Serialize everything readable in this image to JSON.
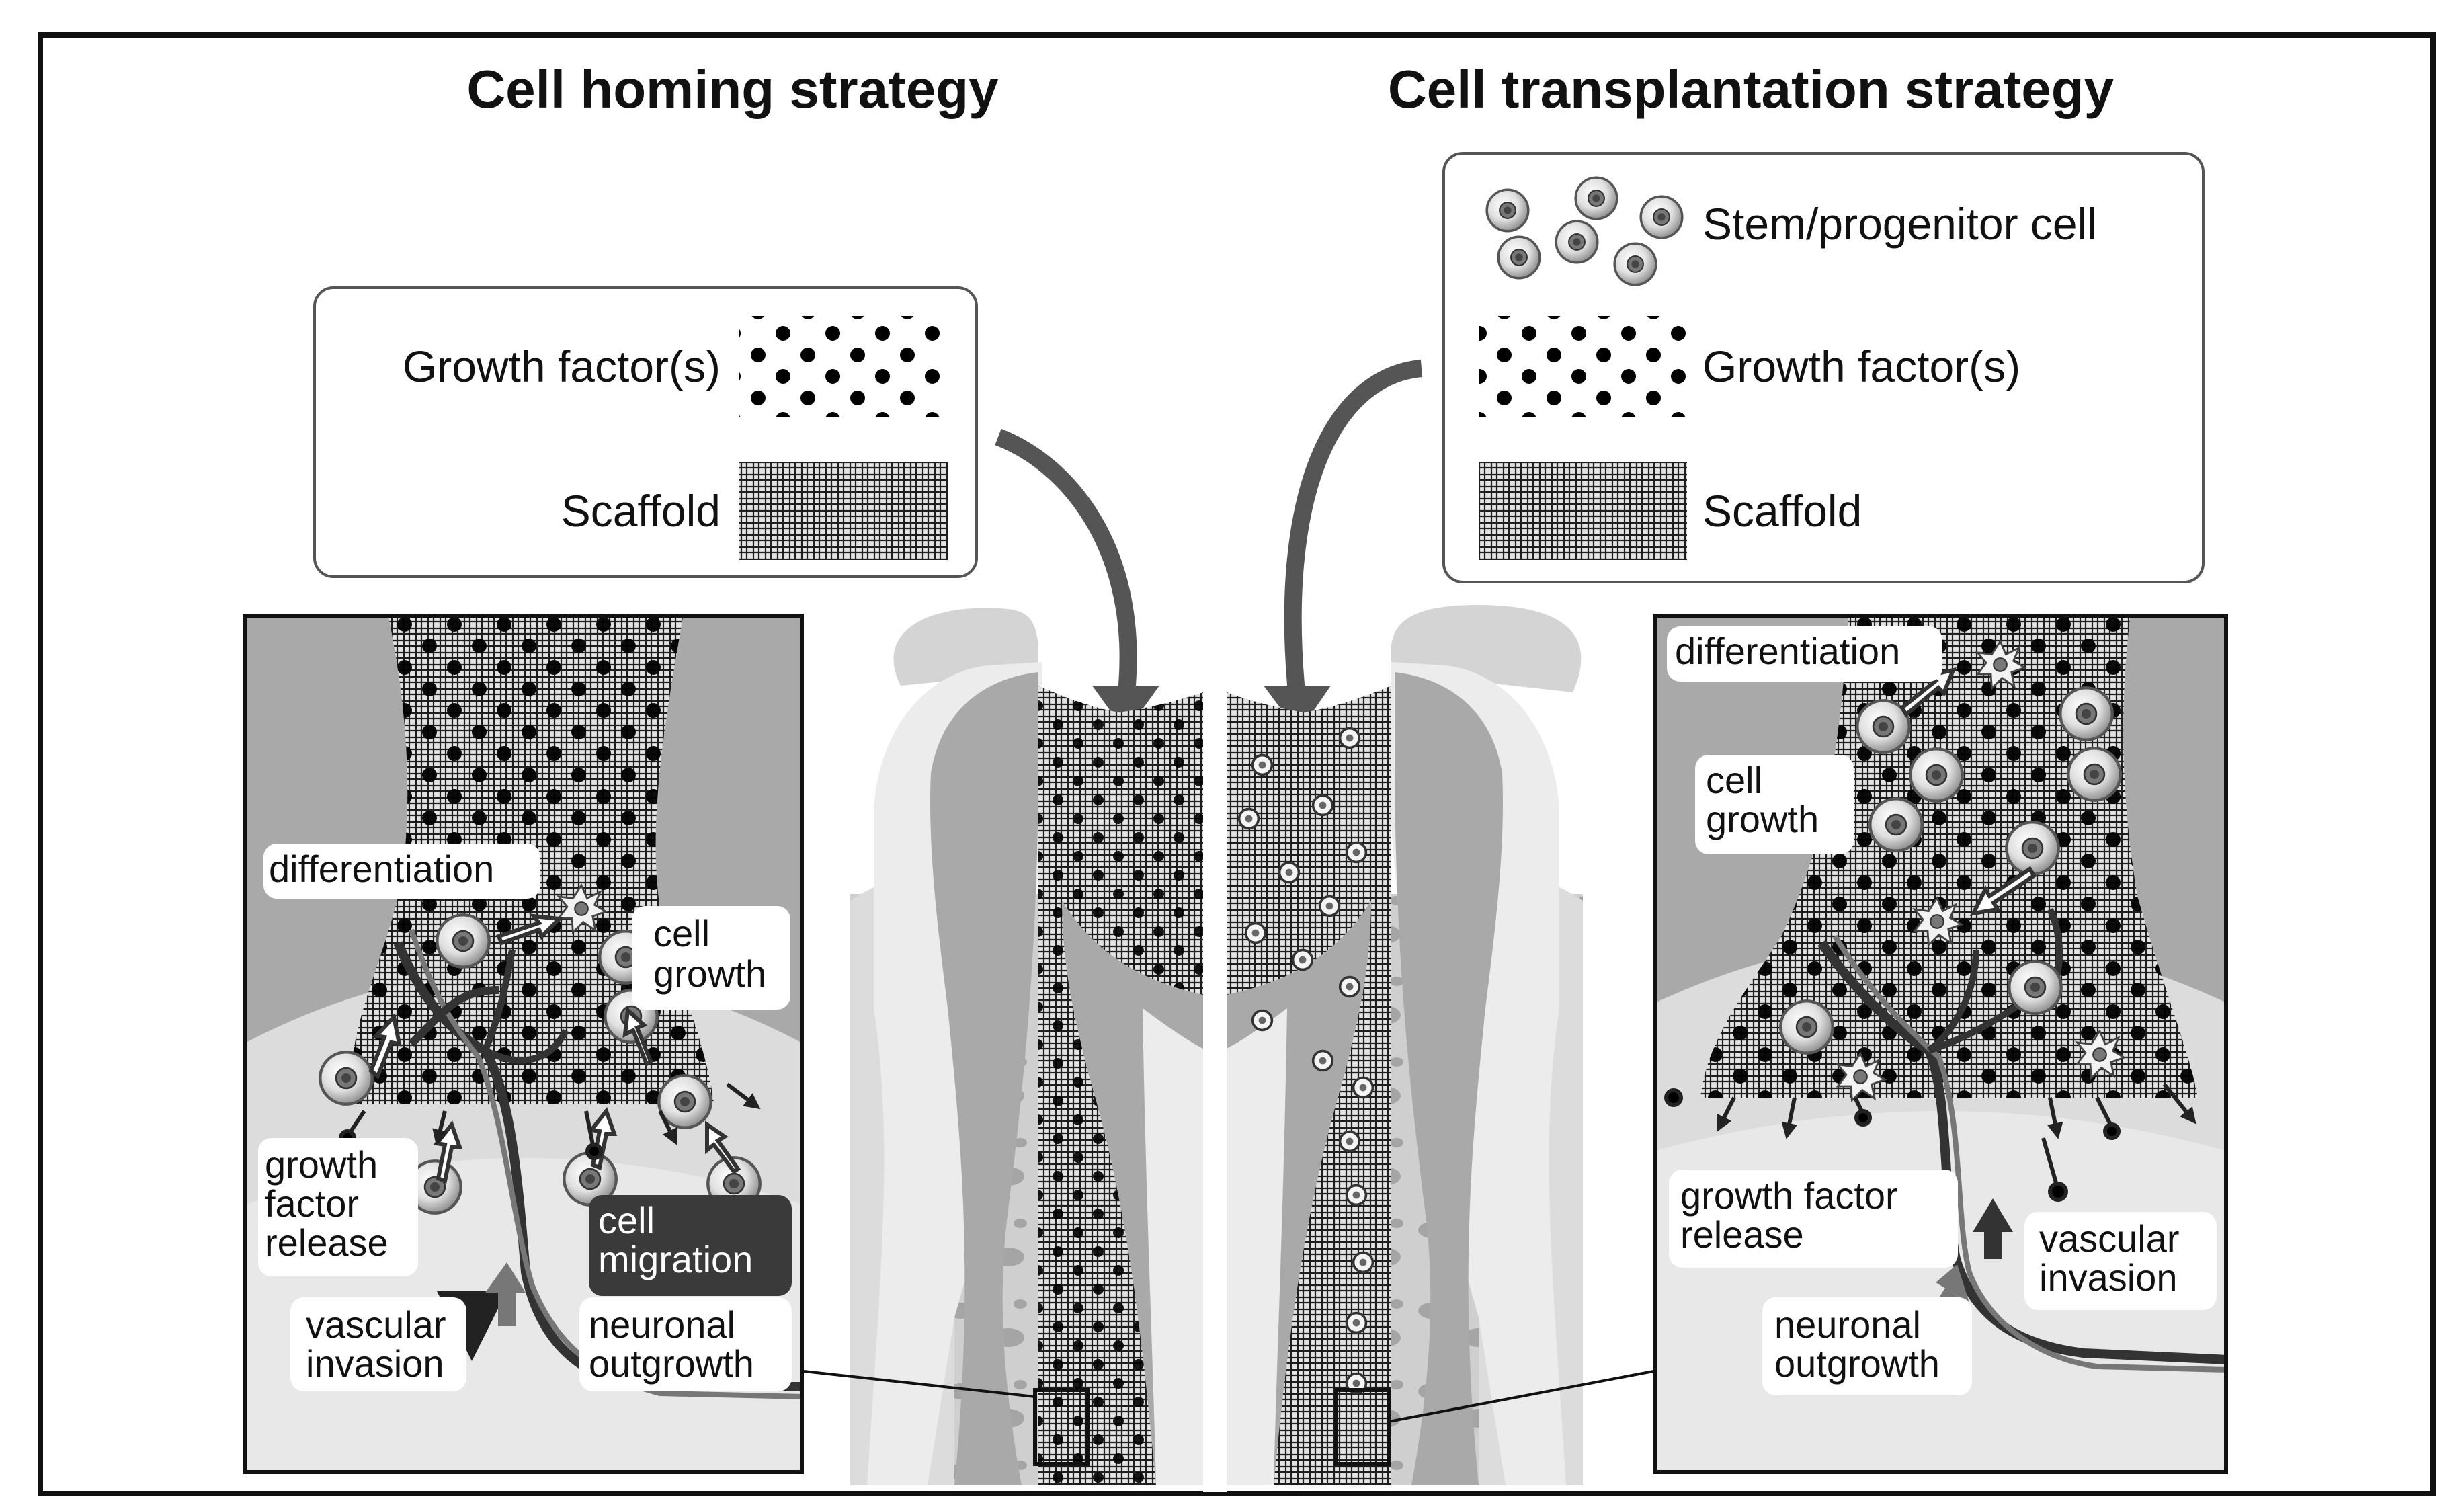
{
  "titles": {
    "left": "Cell homing strategy",
    "right": "Cell transplantation strategy"
  },
  "legend_left": {
    "growth_factor": "Growth factor(s)",
    "scaffold": "Scaffold"
  },
  "legend_right": {
    "stem_cell": "Stem/progenitor cell",
    "growth_factor": "Growth factor(s)",
    "scaffold": "Scaffold"
  },
  "inset_left": {
    "differentiation": "differentiation",
    "cell_growth": [
      "cell",
      "growth"
    ],
    "growth_factor_release": [
      "growth",
      "factor",
      "release"
    ],
    "cell_migration": [
      "cell",
      "migration"
    ],
    "vascular_invasion": [
      "vascular",
      "invasion"
    ],
    "neuronal_outgrowth": [
      "neuronal",
      "outgrowth"
    ]
  },
  "inset_right": {
    "differentiation": "differentiation",
    "cell_growth": [
      "cell",
      "growth"
    ],
    "growth_factor_release": [
      "growth factor",
      "release"
    ],
    "vascular_invasion": [
      "vascular",
      "invasion"
    ],
    "neuronal_outgrowth": [
      "neuronal",
      "outgrowth"
    ]
  },
  "colors": {
    "gray_medium": "#a9a9a9",
    "gray_light": "#d6d6d6",
    "gray_pale": "#e8e8e8",
    "vessel_dark": "#333333",
    "nerve_gray": "#777777",
    "migration_box": "#3a3a3a"
  }
}
